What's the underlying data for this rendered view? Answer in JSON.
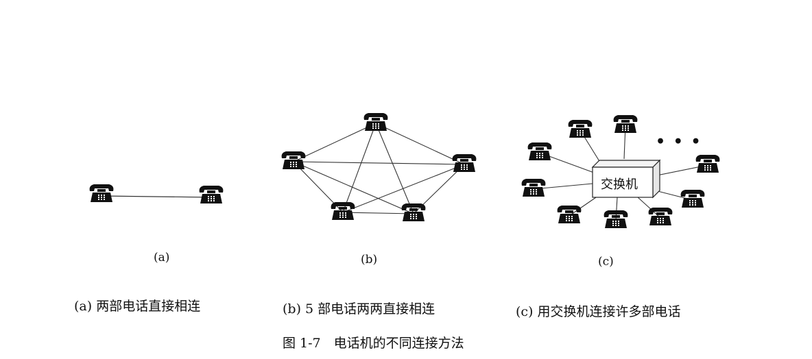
{
  "panels": {
    "a": {
      "label": "(a)",
      "caption": "(a) 两部电话直接相连"
    },
    "b": {
      "label": "(b)",
      "caption": "(b) 5 部电话两两直接相连"
    },
    "c": {
      "label": "(c)",
      "caption": "(c) 用交换机连接许多部电话",
      "switch_label": "交换机",
      "more_indicator": "• • •"
    }
  },
  "figure_caption": "图 1-7　电话机的不同连接方法",
  "icons": {
    "telephone": "telephone-icon",
    "switch": "switch-box"
  }
}
